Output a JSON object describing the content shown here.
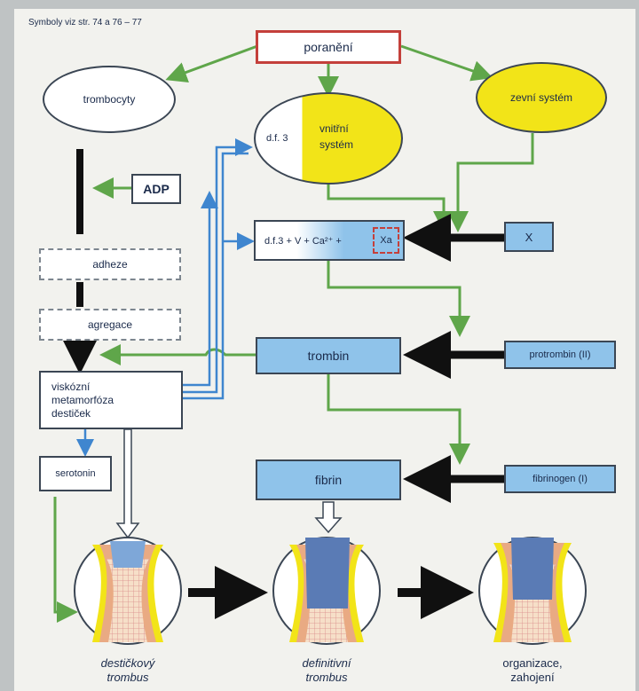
{
  "symbols_note": "Symboly viz str. 74 a 76 – 77",
  "nodes": {
    "poraneni": "poranění",
    "trombocyty": "trombocyty",
    "zevni": "zevní systém",
    "vnitrni_left": "d.f. 3",
    "vnitrni_right_1": "vnitřní",
    "vnitrni_right_2": "systém",
    "adp": "ADP",
    "adheze": "adheze",
    "agregace": "agregace",
    "viskozni_1": "viskózní",
    "viskozni_2": "metamorfóza",
    "viskozni_3": "destiček",
    "serotonin": "serotonin",
    "complex": "d.f.3 + V + Ca²⁺ +",
    "xa": "Xa",
    "x": "X",
    "trombin": "trombin",
    "protrombin": "protrombin (II)",
    "fibrin": "fibrin",
    "fibrinogen": "fibrinogen (I)"
  },
  "captions": {
    "stage1_1": "destičkový",
    "stage1_2": "trombus",
    "stage2_1": "definitivní",
    "stage2_2": "trombus",
    "stage3_1": "organizace,",
    "stage3_2": "zahojení"
  },
  "colors": {
    "green_arrow": "#5fa64a",
    "blue_arrow": "#3f86cf",
    "black_arrow": "#101010",
    "blue_box": "#8fc3ea",
    "yellow": "#f2e418",
    "red_border": "#c4403b",
    "vessel_wall": "#e9aa83",
    "plasma": "#f6dfc8"
  }
}
